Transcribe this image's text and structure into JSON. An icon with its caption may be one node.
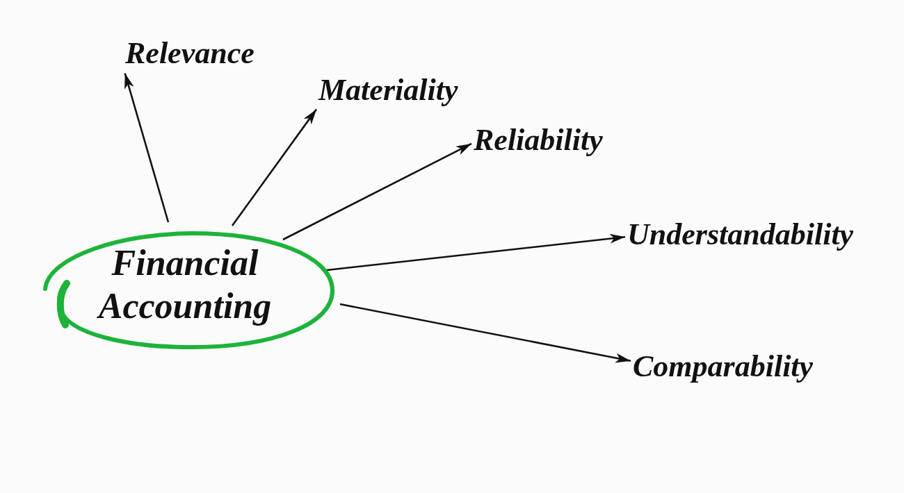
{
  "diagram": {
    "nodes": [
      {
        "text": [
          "Financial Accounting"
        ]
      },
      {
        "text": [
          "Relevance"
        ]
      },
      {
        "text": [
          "Materiality"
        ]
      },
      {
        "text": [
          "Reliability"
        ]
      },
      {
        "text": [
          "Understandability"
        ]
      },
      {
        "text": [
          "Comparability"
        ]
      }
    ],
    "edges": [
      {
        "from": 0,
        "to": 1,
        "arrow": "to"
      },
      {
        "from": 0,
        "to": 2,
        "arrow": "to"
      },
      {
        "from": 0,
        "to": 3,
        "arrow": "to"
      },
      {
        "from": 0,
        "to": 4,
        "arrow": "to"
      },
      {
        "from": 0,
        "to": 5,
        "arrow": "to"
      }
    ]
  }
}
